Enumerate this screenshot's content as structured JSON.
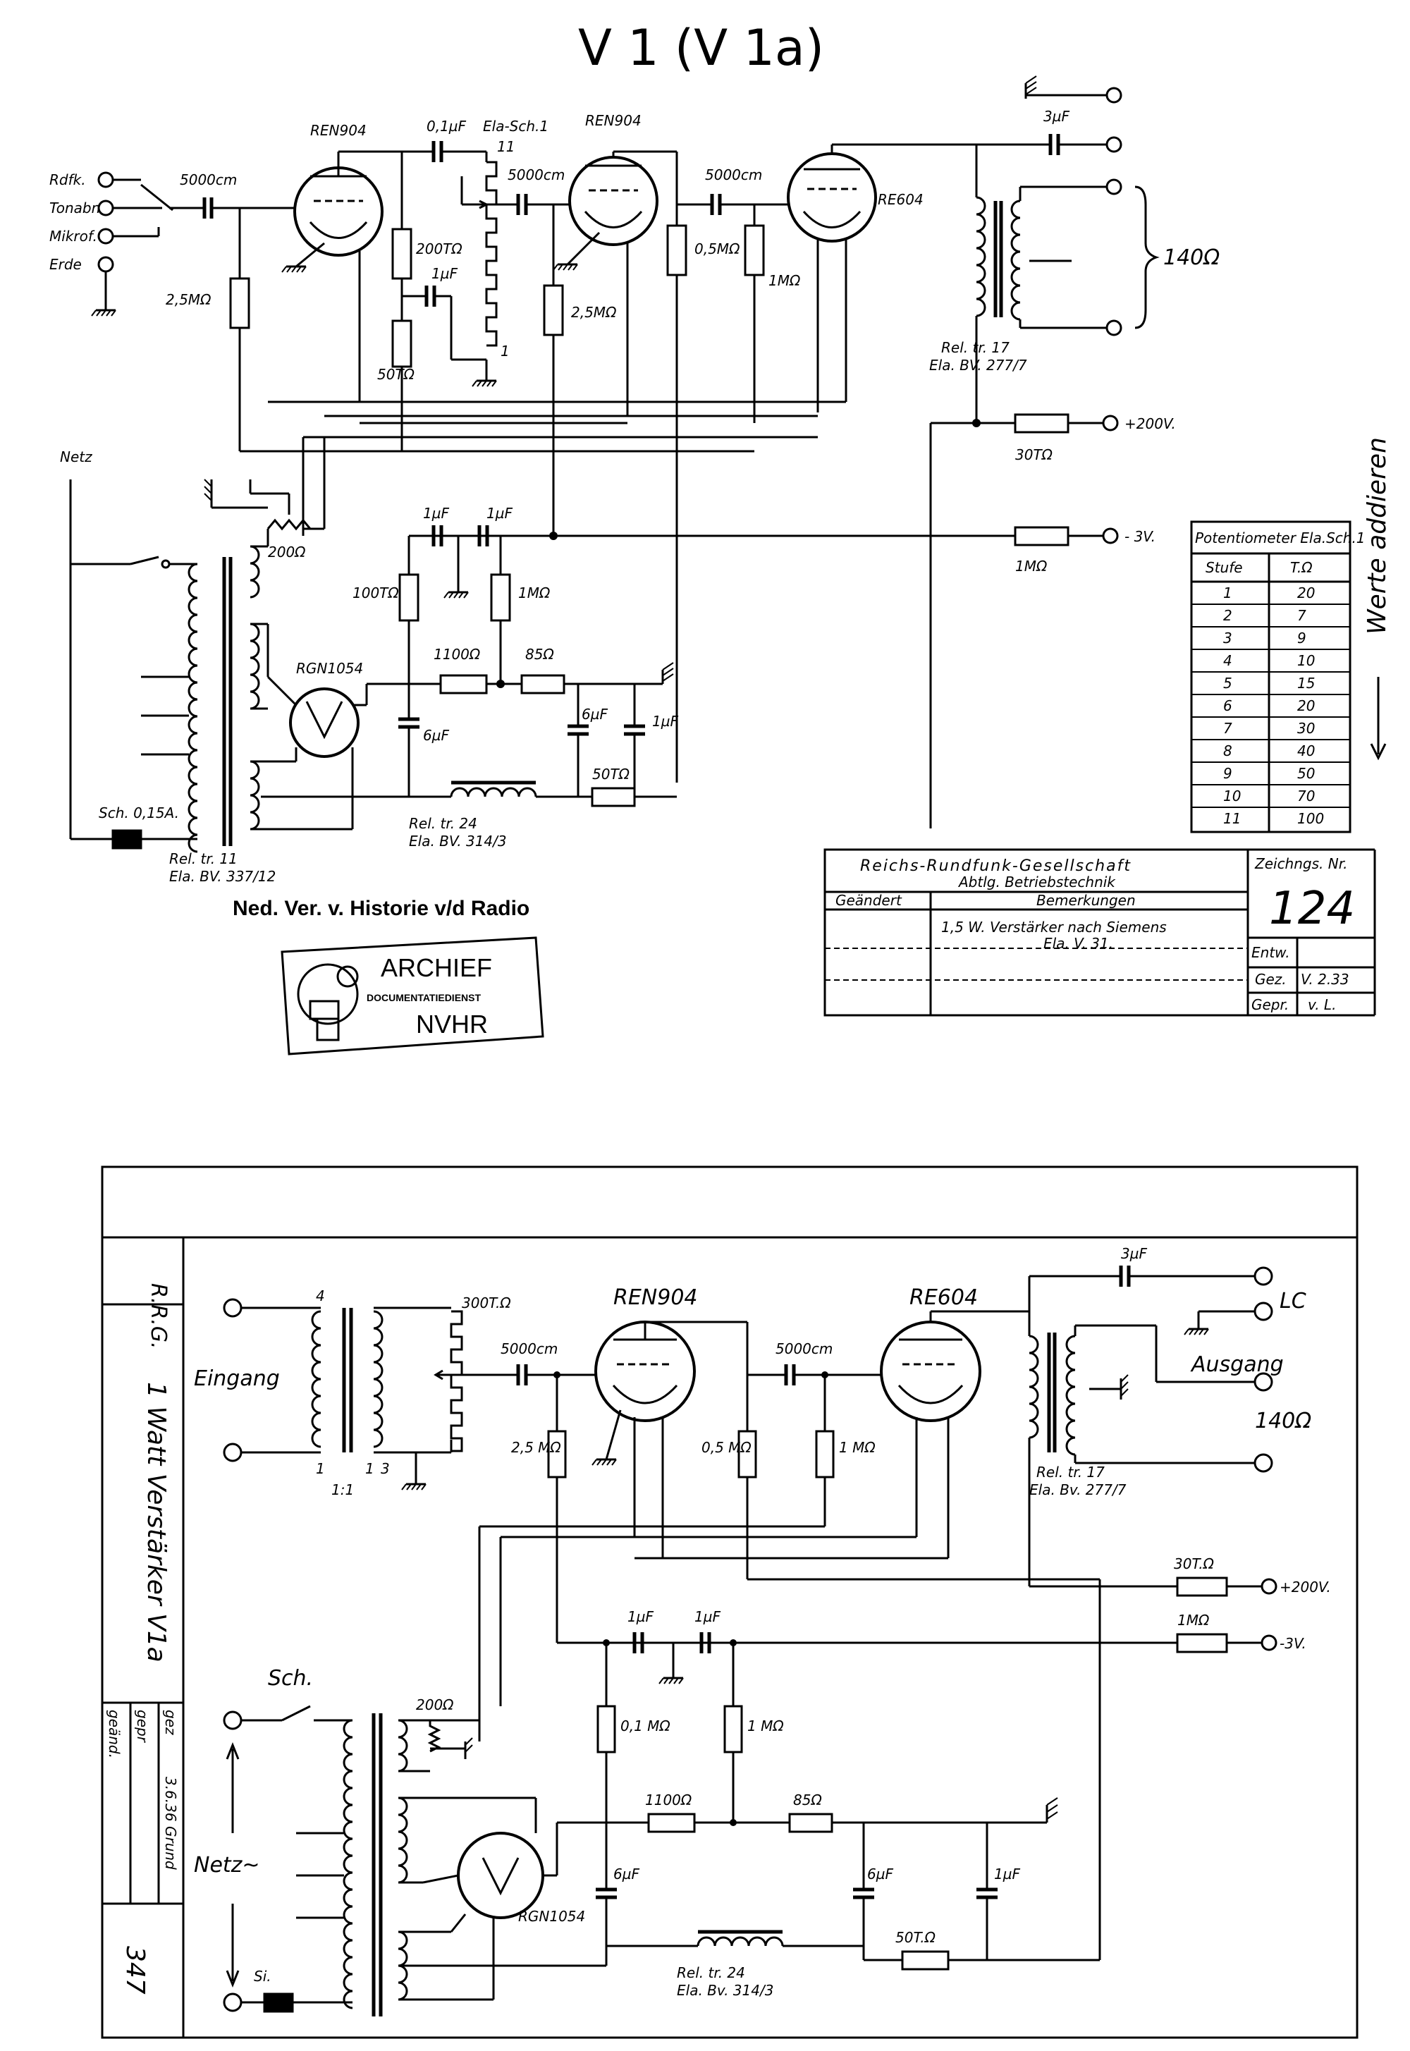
{
  "title": "V 1 (V 1a)",
  "top_schematic": {
    "inputs": [
      "Rdfk.",
      "Tonabn.",
      "Mikrof.",
      "Erde"
    ],
    "tubes": [
      "REN904",
      "REN904",
      "RE604",
      "RGN1054"
    ],
    "capacitors": [
      "5000cm",
      "0,1µF",
      "5000cm",
      "5000cm",
      "3µF",
      "1µF",
      "1µF",
      "1µF",
      "6µF",
      "6µF",
      "1µF"
    ],
    "resistors": [
      "2,5MΩ",
      "200TΩ",
      "50TΩ",
      "2,5MΩ",
      "0,5MΩ",
      "1MΩ",
      "100TΩ",
      "1MΩ",
      "1100Ω",
      "85Ω",
      "50TΩ",
      "30TΩ",
      "1MΩ",
      "200Ω"
    ],
    "potentiometer_label": "Ela-Sch.1",
    "pot_taps": [
      "11",
      "1"
    ],
    "output_impedance": "140Ω",
    "output_transformer": [
      "Rel. tr. 17",
      "Ela. BV. 277/7"
    ],
    "choke": [
      "Rel. tr. 24",
      "Ela. BV. 314/3"
    ],
    "mains_transformer": [
      "Rel. tr. 11",
      "Ela. BV. 337/12"
    ],
    "mains_label": "Netz",
    "fuse_label": "Sch. 0,15A.",
    "supply_plus": "+200V.",
    "supply_minus": "- 3V.",
    "side_note": "Werte addieren"
  },
  "potentiometer_table": {
    "caption": "Potentiometer Ela.Sch.1",
    "headers": [
      "Stufe",
      "T.Ω"
    ],
    "rows": [
      [
        "1",
        "20"
      ],
      [
        "2",
        "7"
      ],
      [
        "3",
        "9"
      ],
      [
        "4",
        "10"
      ],
      [
        "5",
        "15"
      ],
      [
        "6",
        "20"
      ],
      [
        "7",
        "30"
      ],
      [
        "8",
        "40"
      ],
      [
        "9",
        "50"
      ],
      [
        "10",
        "70"
      ],
      [
        "11",
        "100"
      ]
    ]
  },
  "title_block": {
    "company": "Reichs-Rundfunk-Gesellschaft",
    "department": "Abtlg. Betriebstechnik",
    "drawing_no_label": "Zeichngs. Nr.",
    "drawing_no": "124",
    "changed_label": "Geändert",
    "remarks_label": "Bemerkungen",
    "remark_1": "1,5 W. Verstärker nach Siemens",
    "remark_2": "Ela. V. 31.",
    "entw_label": "Entw.",
    "gez_label": "Gez.",
    "gez_value": "V. 2.33",
    "gepr_label": "Gepr.",
    "gepr_value": "v. L."
  },
  "archive": {
    "society": "Ned. Ver. v. Historie v/d Radio",
    "stamp_line1": "ARCHIEF",
    "stamp_line2": "DOCUMENTATIEDIENST",
    "stamp_line3": "NVHR"
  },
  "bottom_schematic": {
    "side_rrg": "R.R.G.",
    "side_title": "1 Watt Verstärker V1a",
    "side_gez": "gez",
    "side_gepr": "gepr",
    "side_geand": "geänd.",
    "side_date": "3.6.36 Grund",
    "side_number": "347",
    "tubes": [
      "REN904",
      "RE604",
      "RGN1054"
    ],
    "input_label": "Eingang",
    "ratio": "1:1",
    "winding_numbers": [
      "4",
      "1",
      "1",
      "3"
    ],
    "input_pot": "300T.Ω",
    "caps": [
      "5000cm",
      "5000cm",
      "3µF",
      "1µF",
      "1µF",
      "6µF",
      "6µF",
      "1µF"
    ],
    "resistors": [
      "2,5 MΩ",
      "0,5 MΩ",
      "1 MΩ",
      "0,1 MΩ",
      "1 MΩ",
      "1100Ω",
      "85Ω",
      "50T.Ω",
      "30T.Ω",
      "1MΩ",
      "200Ω"
    ],
    "lc_label": "LC",
    "output_label": "Ausgang",
    "output_impedance": "140Ω",
    "output_transformer": [
      "Rel. tr. 17",
      "Ela. Bv. 277/7"
    ],
    "choke": [
      "Rel. tr. 24",
      "Ela. Bv. 314/3"
    ],
    "switch_label": "Sch.",
    "mains_label": "Netz~",
    "fuse_label": "Si.",
    "supply_plus": "+200V.",
    "supply_minus": "-3V."
  }
}
